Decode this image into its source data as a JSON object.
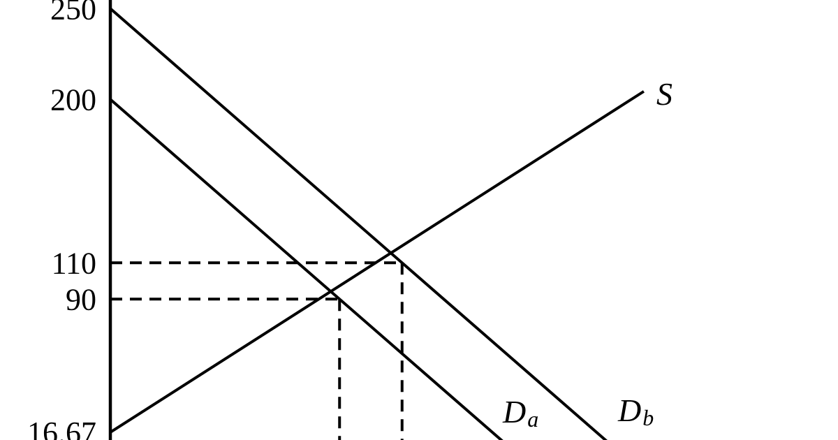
{
  "chart_data": {
    "type": "line",
    "title": "",
    "xlabel": "",
    "ylabel": "",
    "grid": false,
    "y_ticks": [
      {
        "value": 250,
        "label": "250"
      },
      {
        "value": 200,
        "label": "200"
      },
      {
        "value": 110,
        "label": "110"
      },
      {
        "value": 90,
        "label": "90"
      },
      {
        "value": 16.67,
        "label": "16.67"
      }
    ],
    "series": [
      {
        "label_main": "S",
        "label_sub": "",
        "intercept": 16.67,
        "slope": 0.7333
      },
      {
        "label_main": "D",
        "label_sub": "a",
        "intercept": 200,
        "slope": -1
      },
      {
        "label_main": "D",
        "label_sub": "b",
        "intercept": 250,
        "slope": -1
      }
    ],
    "equilibria": [
      {
        "price": 90,
        "quantity": 110
      },
      {
        "price": 110,
        "quantity": 140
      }
    ]
  },
  "colors": {
    "ink": "#000000",
    "background": "#ffffff"
  }
}
